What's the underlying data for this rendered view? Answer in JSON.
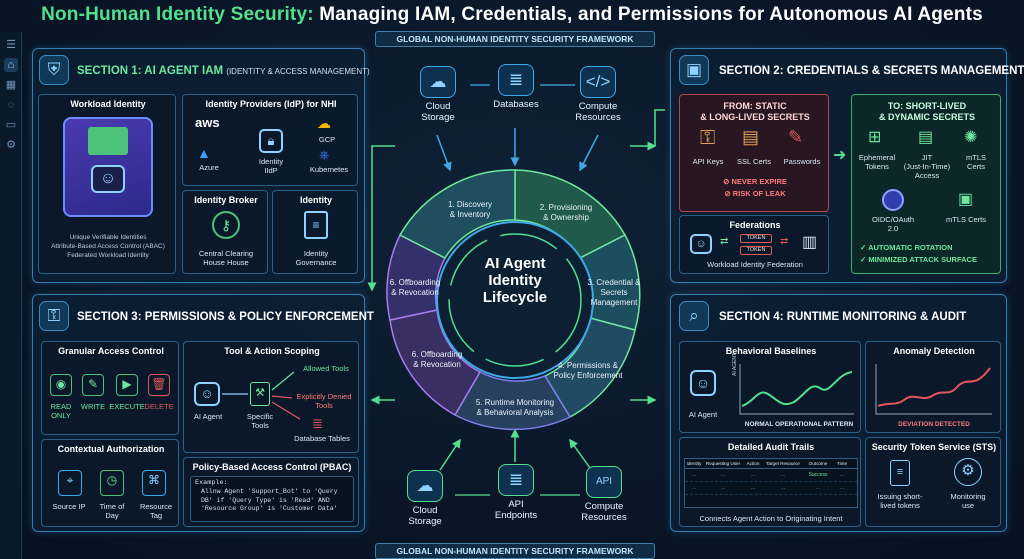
{
  "header": {
    "title_highlight": "Non-Human Identity Security:",
    "title_rest": " Managing IAM, Credentials, and Permissions for Autonomous AI Agents",
    "top_banner": "GLOBAL NON-HUMAN IDENTITY SECURITY FRAMEWORK",
    "bottom_banner": "GLOBAL NON-HUMAN IDENTITY SECURITY FRAMEWORK"
  },
  "section1": {
    "title_prefix": "SECTION 1: AI AGENT IAM ",
    "title_small": "(IDENTITY & ACCESS MANAGEMENT)",
    "workload": {
      "title": "Workload Identity",
      "line1": "Unique Verifiable Identities",
      "line2": "Attribute-Based Access Control (ABAC)",
      "line3": "Federated Workload Identity"
    },
    "idp": {
      "title": "Identity Providers (IdP) for NHI",
      "aws": "aws",
      "azure": "Azure",
      "center": "Identity\nIIdP",
      "gcp": "GCP",
      "kubernetes": "Kubernetes"
    },
    "broker": {
      "title": "Identity Broker",
      "label": "Central Clearing\nHouse House"
    },
    "governance": {
      "title": "Identity",
      "label": "Identity\nGovernance"
    }
  },
  "section2": {
    "title": "SECTION 2: CREDENTIALS & SECRETS MANAGEMENT",
    "from": {
      "title": "FROM: STATIC\n& LONG-LIVED SECRETS",
      "items": [
        "API Keys",
        "SSL Certs",
        "Passwords"
      ],
      "warn1": "NEVER EXPIRE",
      "warn2": "RISK OF LEAK"
    },
    "to": {
      "title": "TO: SHORT-LIVED\n& DYNAMIC SECRETS",
      "items": [
        "Ephemeral\nTokens",
        "JIT\n(Just-In-Time)\nAccess",
        "mTLS\nCerts"
      ],
      "oidc": "OIDC/OAuth\n2.0",
      "mtls2": "mTLS Certs",
      "check1": "AUTOMATIC ROTATION",
      "check2": "MINIMIZED ATTACK SURFACE"
    },
    "federations": {
      "title": "Federations",
      "token1": "TOKEN",
      "token2": "TOKEN",
      "caption": "Workload Identity Federation"
    }
  },
  "section3": {
    "title": "SECTION 3: PERMISSIONS & POLICY ENFORCEMENT",
    "granular": {
      "title": "Granular Access Control",
      "perms": [
        "READ\nONLY",
        "WRITE",
        "EXECUTE",
        "DELETE"
      ]
    },
    "contextual": {
      "title": "Contextual Authorization",
      "items": [
        "Source IP",
        "Time of\nDay",
        "Resource\nTag"
      ]
    },
    "scoping": {
      "title": "Tool & Action Scoping",
      "agent": "AI Agent",
      "tools": "Specific\nTools",
      "allowed": "Allowed Tools",
      "denied": "Explicitly Denied\nTools",
      "tables": "Database Tables"
    },
    "pbac": {
      "title": "Policy-Based Access Control (PBAC)",
      "example_label": "Example:",
      "example": "Allnw Agent 'Support_Bot' to 'Query\nDB' if 'Query Type' is 'Read' AND\n'Resource Group' is 'Customer Data'"
    }
  },
  "section4": {
    "title": "SECTION 4: RUNTIME MONITORING & AUDIT",
    "baselines": {
      "title": "Behavioral Baselines",
      "agent": "AI Agent",
      "axis": "AI AGENT",
      "caption": "NORMAL OPERATIONAL PATTERN"
    },
    "anomaly": {
      "title": "Anomaly Detection",
      "caption": "DEVIATION DETECTED"
    },
    "audit": {
      "title": "Detailed Audit Trails",
      "columns": [
        "Identity",
        "Requesting User",
        "Action",
        "Target Resource",
        "Outcome",
        "Time"
      ],
      "row1_outcome": "Success",
      "caption": "Connects Agent Action to Originating Intent"
    },
    "sts": {
      "title": "Security Token Service (STS)",
      "item1": "Issuing short-\nlived tokens",
      "item2": "Monitoring\nuse"
    }
  },
  "center": {
    "title": "AI Agent\nIdentity\nLifecycle",
    "phases": [
      "1. Discovery\n& Inventory",
      "2. Provisioning\n& Ownership",
      "3. Credential &\nSecrets\nManagement",
      "4. Permissions &\nPolicy Enforcement",
      "5. Runtime Monitoring\n& Behavioral Analysis",
      "6. Offboarding\n& Revocation",
      "6. Offboarding\n& Revocation"
    ],
    "top_nodes": [
      "Cloud\nStorage",
      "Databases",
      "Compute\nResources"
    ],
    "bottom_nodes": [
      "Cloud\nStorage",
      "API\nEndpoints",
      "Compute\nResources"
    ],
    "api_text": "API"
  },
  "colors": {
    "accent_green": "#53e08e",
    "accent_blue": "#3fa9e6",
    "danger_red": "#e0575c",
    "background": "#0a1628"
  }
}
